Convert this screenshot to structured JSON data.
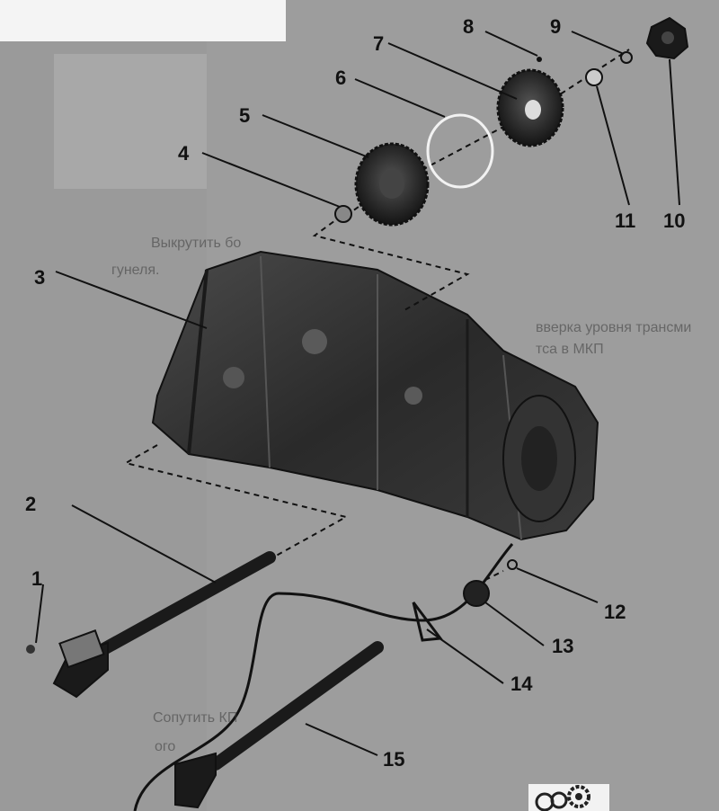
{
  "callouts": {
    "c1": "1",
    "c2": "2",
    "c3": "3",
    "c4": "4",
    "c5": "5",
    "c6": "6",
    "c7": "7",
    "c8": "8",
    "c9": "9",
    "c10": "10",
    "c11": "11",
    "c12": "12",
    "c13": "13",
    "c14": "14",
    "c15": "15"
  },
  "background_text": {
    "l1": "Выкрутить бо",
    "l2": "гунеля.",
    "l3": "вверка уровня трансми",
    "l4": "тса в МКП",
    "l5": "Сопутить КП",
    "l6": "ого"
  },
  "colors": {
    "ink": "#111111",
    "paper": "#9a9a9a",
    "part": "#2b2b2b"
  }
}
